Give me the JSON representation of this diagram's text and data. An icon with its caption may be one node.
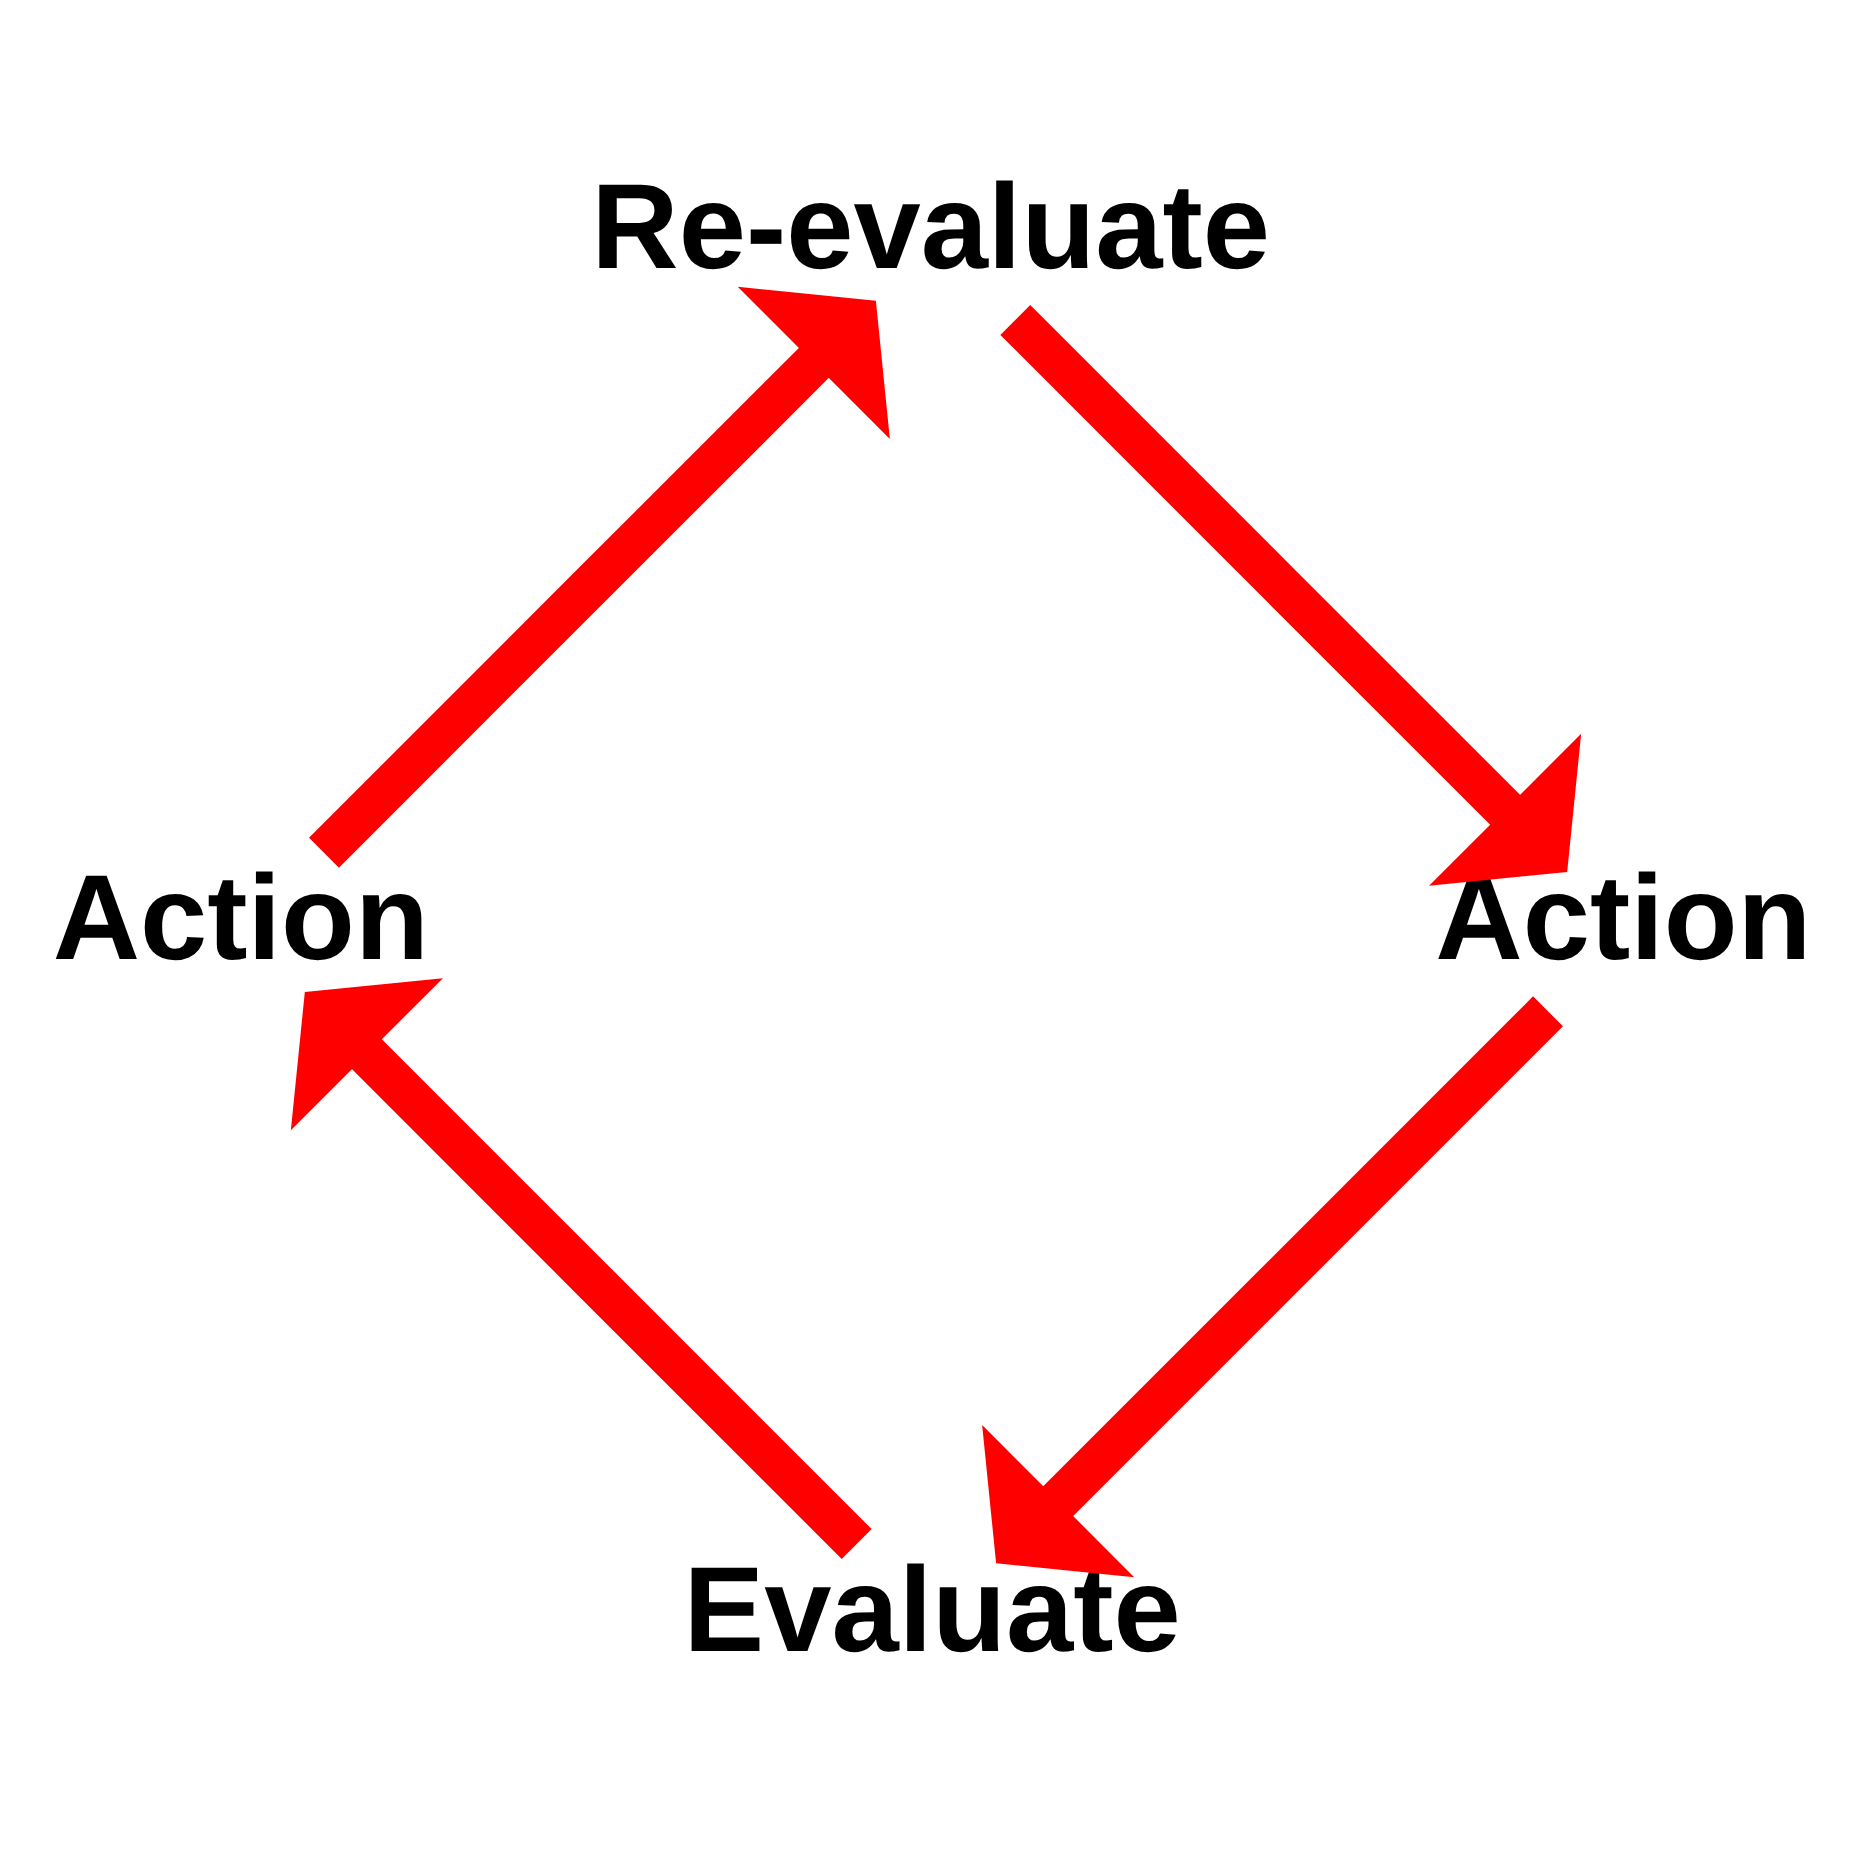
{
  "diagram": {
    "nodes": [
      {
        "text": [
          "Evaluate"
        ]
      },
      {
        "text": [
          "Action"
        ]
      },
      {
        "text": [
          "Re-evaluate"
        ]
      },
      {
        "text": [
          "Action"
        ]
      }
    ],
    "edges": [
      {
        "from": 0,
        "to": 1,
        "arrow": "to"
      },
      {
        "from": 1,
        "to": 2,
        "arrow": "to"
      },
      {
        "from": 2,
        "to": 3,
        "arrow": "to"
      },
      {
        "from": 3,
        "to": 0,
        "arrow": "to"
      }
    ]
  }
}
